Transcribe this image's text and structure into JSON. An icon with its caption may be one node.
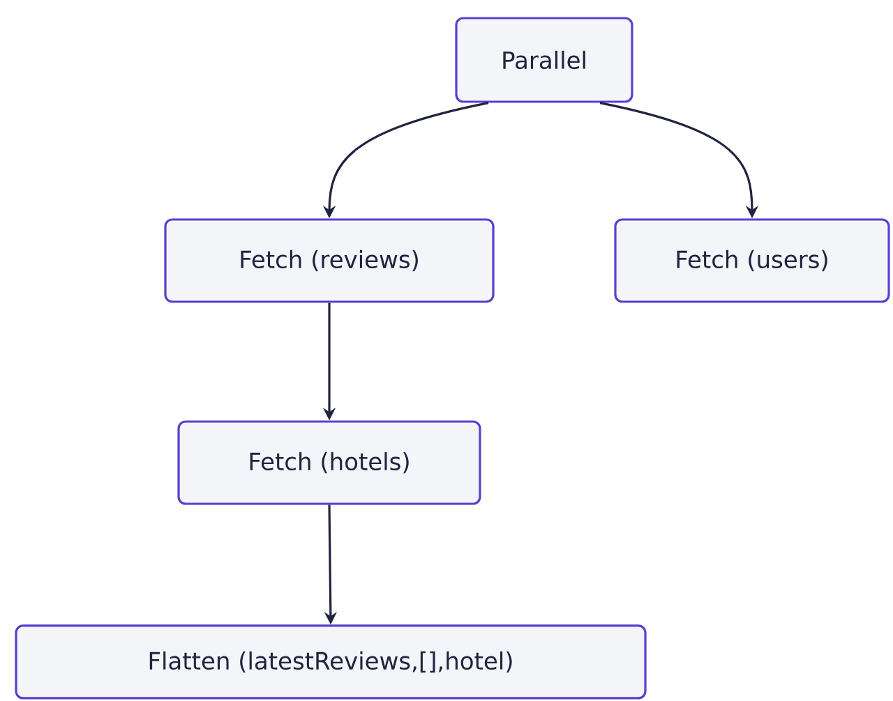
{
  "diagram": {
    "nodes": [
      {
        "text": [
          "Parallel"
        ]
      },
      {
        "text": [
          "Fetch (reviews)"
        ]
      },
      {
        "text": [
          "Fetch (users)"
        ]
      },
      {
        "text": [
          "Fetch (hotels)"
        ]
      },
      {
        "text": [
          "Flatten (latestReviews,[],hotel)"
        ]
      }
    ],
    "edges": [
      {
        "from": 0,
        "to": 1,
        "arrow": "to"
      },
      {
        "from": 0,
        "to": 2,
        "arrow": "to"
      },
      {
        "from": 1,
        "to": 3,
        "arrow": "to"
      },
      {
        "from": 3,
        "to": 4,
        "arrow": "to"
      }
    ]
  }
}
